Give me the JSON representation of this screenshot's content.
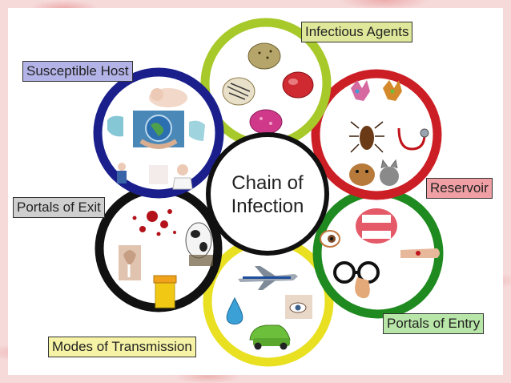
{
  "center": {
    "line1": "Chain of",
    "line2": "Infection"
  },
  "labels": {
    "infectious_agents": "Infectious Agents",
    "reservoir": "Reservoir",
    "portals_of_entry": "Portals of Entry",
    "modes_of_transmission": "Modes of Transmission",
    "portals_of_exit": "Portals of Exit",
    "susceptible_host": "Susceptible Host"
  },
  "colors": {
    "infectious_agents": "#a8c92a",
    "reservoir": "#cc1f25",
    "portals_of_entry": "#1f8a1f",
    "modes_of_transmission": "#e8e020",
    "portals_of_exit": "#111111",
    "susceptible_host": "#1a1f8c",
    "label_infectious_agents": "#dfe89a",
    "label_reservoir": "#f0a0a4",
    "label_portals_of_entry": "#b8e6a8",
    "label_modes_of_transmission": "#f6f3a6",
    "label_portals_of_exit": "#cfcfcf",
    "label_susceptible_host": "#b3b3e8"
  },
  "icons": {
    "infectious_agents": [
      "petri-dish-icon",
      "bacteria-culture-icon",
      "red-culture-icon",
      "pink-culture-icon"
    ],
    "reservoir": [
      "dirty-hands-icon",
      "cockroach-icon",
      "stethoscope-icon",
      "dog-cat-icon"
    ],
    "portals_of_entry": [
      "eye-icon",
      "mouth-teeth-icon",
      "nose-glasses-icon",
      "cut-finger-icon"
    ],
    "modes_of_transmission": [
      "airplane-icon",
      "droplet-icon",
      "eye-drop-icon",
      "car-icon"
    ],
    "portals_of_exit": [
      "blood-splatter-icon",
      "cow-icon",
      "nose-drip-icon",
      "urine-sample-icon"
    ],
    "susceptible_host": [
      "baby-icon",
      "earth-hands-icon",
      "doctor-icon",
      "nurse-icon"
    ]
  }
}
